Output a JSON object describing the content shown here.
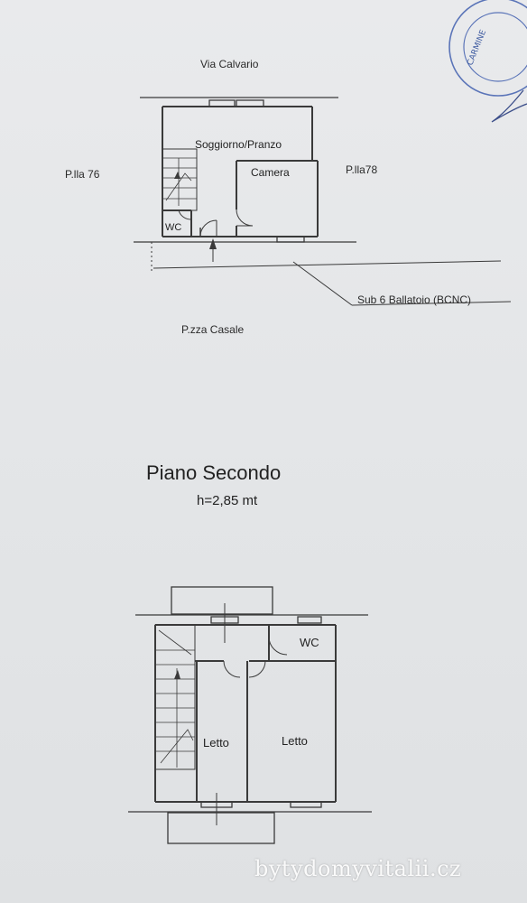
{
  "streets": {
    "top": "Via Calvario",
    "left": "P.lla 76",
    "right": "P.lla78",
    "bottom": "P.zza Casale",
    "callout": "Sub 6 Ballatoio (BCNC)"
  },
  "first_plan": {
    "rooms": {
      "living": "Soggiorno/Pranzo",
      "bedroom": "Camera",
      "wc": "WC"
    }
  },
  "second_plan": {
    "title": "Piano Secondo",
    "height": "h=2,85 mt",
    "rooms": {
      "wc": "WC",
      "bed1": "Letto",
      "bed2": "Letto"
    }
  },
  "stamp": {
    "text": "CARMINE",
    "color": "#3c5aa0"
  },
  "watermark": "bytydomyvitalii.cz"
}
